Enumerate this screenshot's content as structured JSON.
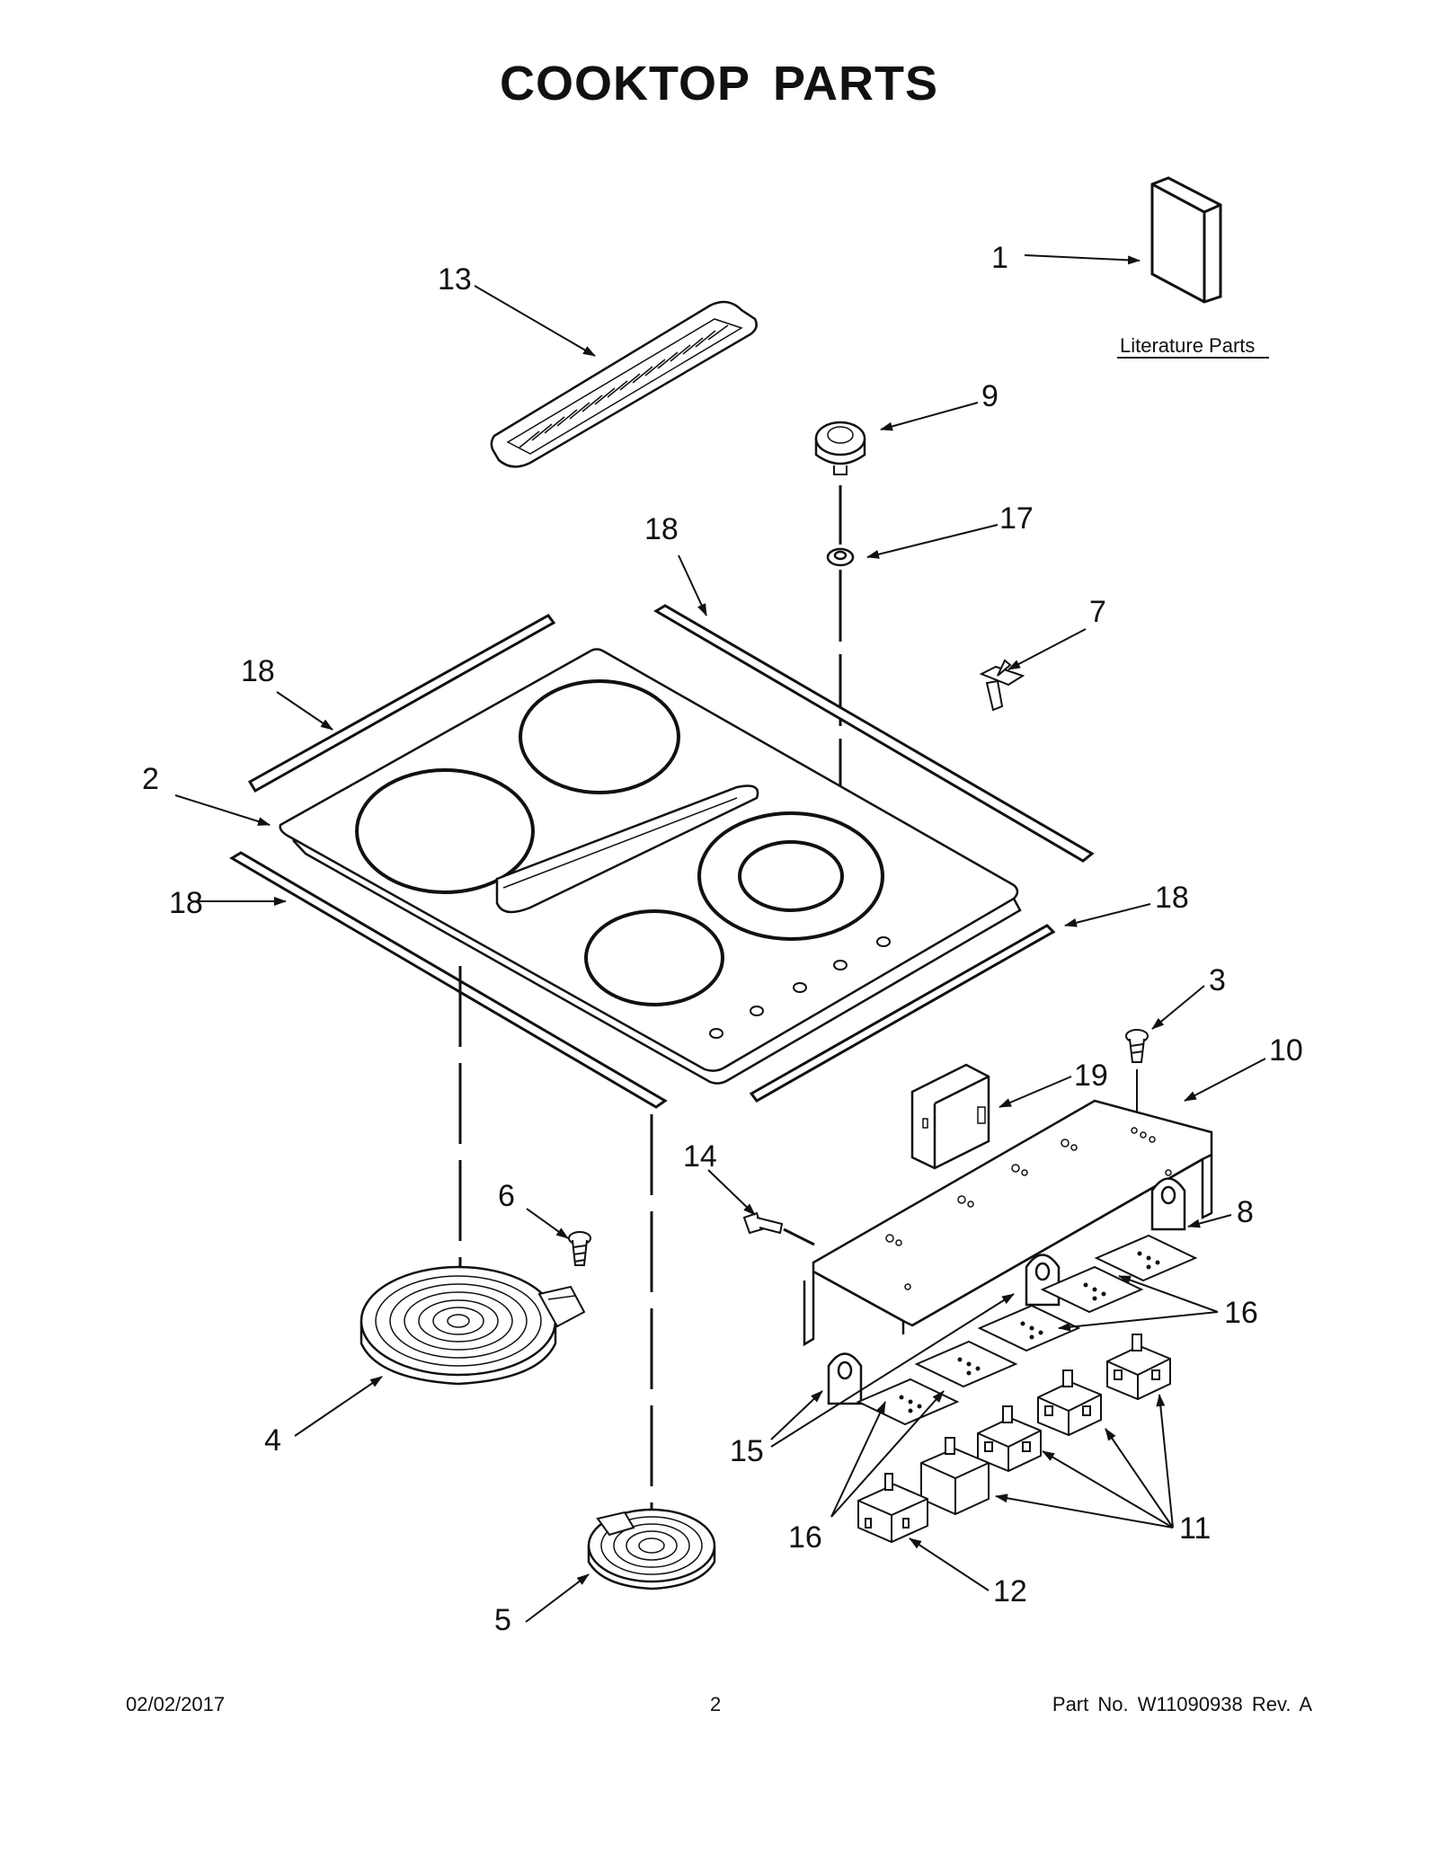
{
  "title": "COOKTOP PARTS",
  "literature_label": "Literature Parts",
  "callouts": {
    "c1": "1",
    "c2": "2",
    "c3": "3",
    "c4": "4",
    "c5": "5",
    "c6": "6",
    "c7": "7",
    "c8": "8",
    "c9": "9",
    "c10": "10",
    "c11": "11",
    "c12": "12",
    "c13": "13",
    "c14": "14",
    "c15": "15",
    "c16a": "16",
    "c16b": "16",
    "c17": "17",
    "c18a": "18",
    "c18b": "18",
    "c18c": "18",
    "c18d": "18",
    "c19": "19"
  },
  "footer": {
    "date": "02/02/2017",
    "page": "2",
    "part_no": "Part No.  W11090938  Rev.  A"
  }
}
